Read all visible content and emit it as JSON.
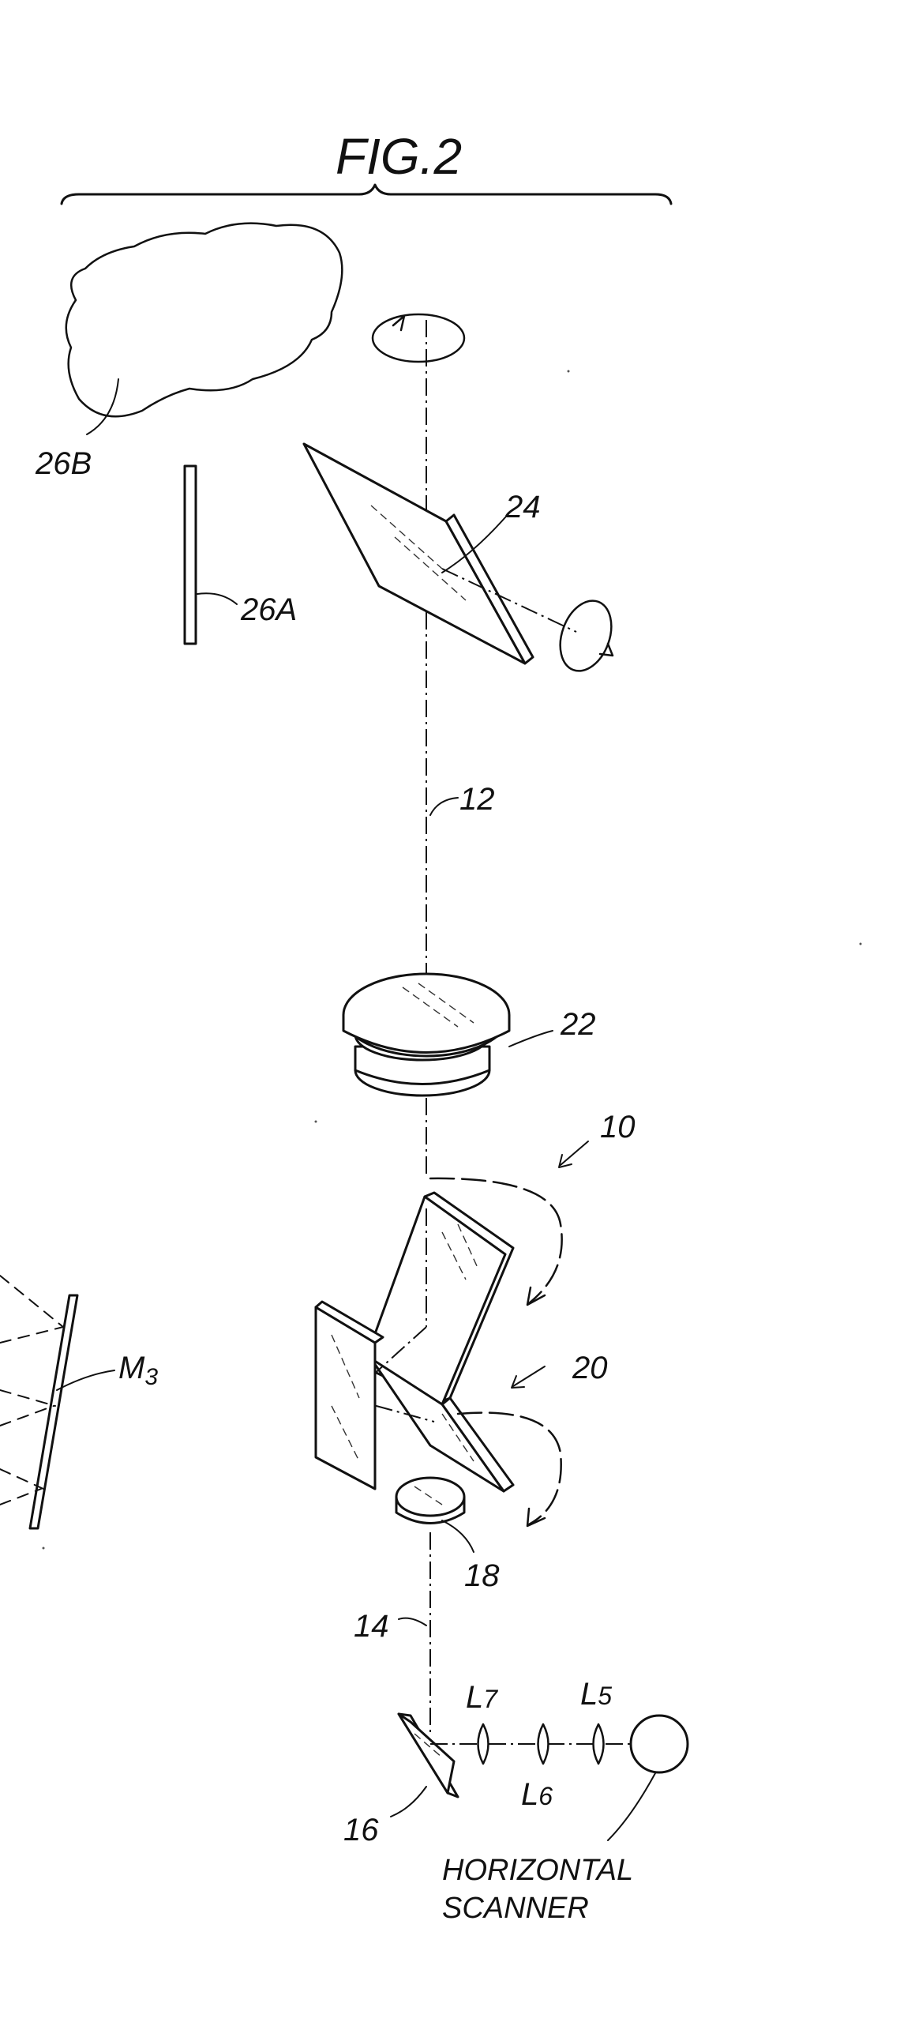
{
  "figure": {
    "title": "FIG.2"
  },
  "labels": {
    "ref_26b": "26B",
    "ref_26a": "26A",
    "ref_24": "24",
    "ref_12": "12",
    "ref_22": "22",
    "ref_10": "10",
    "ref_20": "20",
    "ref_m3_main": "M",
    "ref_m3_sub": "3",
    "ref_18": "18",
    "ref_14": "14",
    "ref_16": "16",
    "ref_l7_main": "L",
    "ref_l7_sub": "7",
    "ref_l5_main": "L",
    "ref_l5_sub": "5",
    "ref_l6_main": "L",
    "ref_l6_sub": "6",
    "scanner_line1": "HORIZONTAL",
    "scanner_line2": "SCANNER"
  }
}
